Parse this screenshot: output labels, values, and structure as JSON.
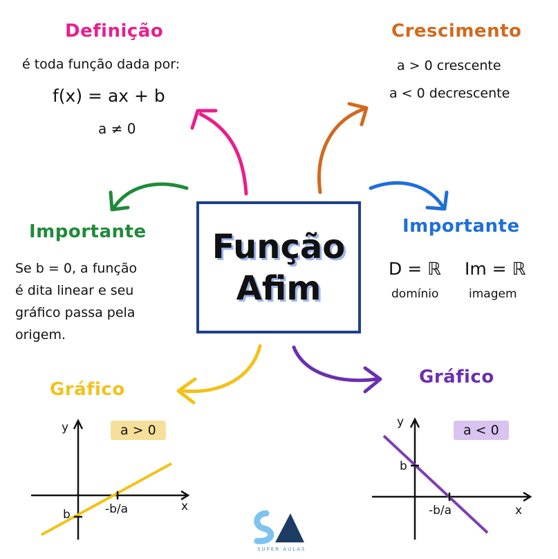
{
  "center": {
    "line1": "Função",
    "line2": "Afim"
  },
  "definicao": {
    "title": "Definição",
    "text": "é toda função dada por:",
    "formula": "f(x) = ax + b",
    "condition": "a ≠ 0",
    "color": "#e91e8c"
  },
  "crescimento": {
    "title": "Crescimento",
    "line1": "a > 0 crescente",
    "line2": "a < 0 decrescente",
    "color": "#d2691e"
  },
  "importante_left": {
    "title": "Importante",
    "lines": [
      "Se b = 0, a função",
      "é dita linear e seu",
      "gráfico passa pela",
      "origem."
    ],
    "color": "#1f8a3a"
  },
  "importante_right": {
    "title": "Importante",
    "domain_formula": "D = ℝ",
    "image_formula": "Im = ℝ",
    "domain_label": "domínio",
    "image_label": "imagem",
    "color": "#1e6fd9"
  },
  "grafico_left": {
    "title": "Gráfico",
    "tag": "a > 0",
    "y_label": "y",
    "x_label": "x",
    "b_label": "b",
    "root_label": "-b/a",
    "color": "#f2c21b",
    "tag_color": "#f6df9a"
  },
  "grafico_right": {
    "title": "Gráfico",
    "tag": "a < 0",
    "y_label": "y",
    "x_label": "x",
    "b_label": "b",
    "root_label": "-b/a",
    "color": "#7b3fb5",
    "tag_color": "#d9c3f0"
  },
  "logo": {
    "text": "SUPER AULAS"
  }
}
